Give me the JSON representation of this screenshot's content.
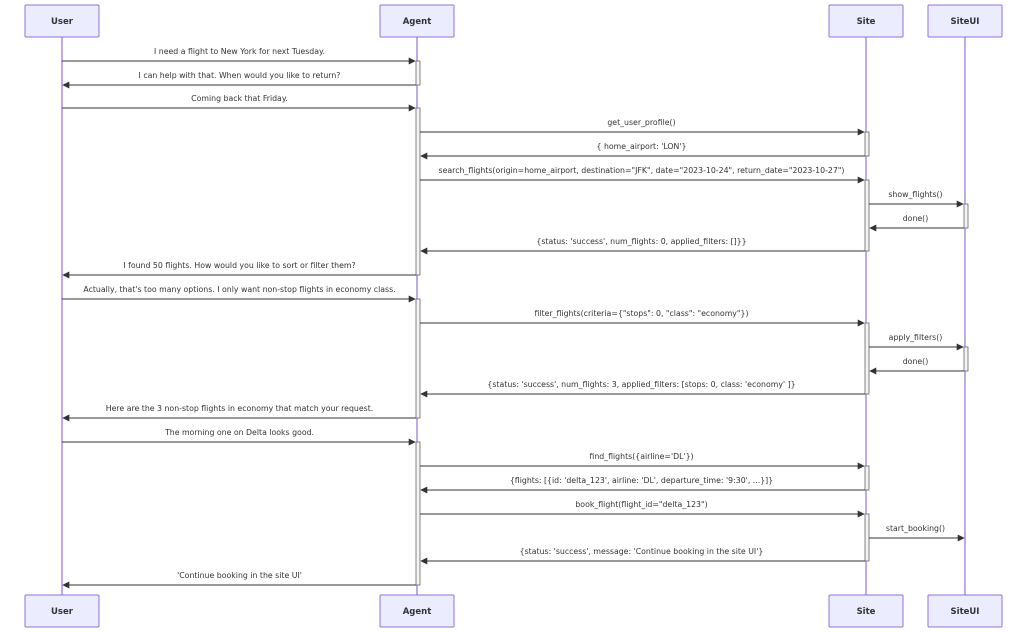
{
  "diagram": {
    "type": "sequence",
    "actors": [
      {
        "id": "user",
        "label": "User"
      },
      {
        "id": "agent",
        "label": "Agent"
      },
      {
        "id": "site",
        "label": "Site"
      },
      {
        "id": "siteui",
        "label": "SiteUI"
      }
    ],
    "messages": [
      {
        "from": "user",
        "to": "agent",
        "text": "I need a flight to New York for next Tuesday."
      },
      {
        "from": "agent",
        "to": "user",
        "text": "I can help with that. When would you like to return?"
      },
      {
        "from": "user",
        "to": "agent",
        "text": "Coming back that Friday."
      },
      {
        "from": "agent",
        "to": "site",
        "text": "get_user_profile()"
      },
      {
        "from": "site",
        "to": "agent",
        "text": "{ home_airport: 'LON'}"
      },
      {
        "from": "agent",
        "to": "site",
        "text": "search_flights(origin=home_airport, destination=\"JFK\", date=\"2023-10-24\", return_date=\"2023-10-27\")"
      },
      {
        "from": "site",
        "to": "siteui",
        "text": "show_flights()"
      },
      {
        "from": "siteui",
        "to": "site",
        "text": "done()"
      },
      {
        "from": "site",
        "to": "agent",
        "text": "{status: 'success', num_flights: 0, applied_filters: []}}"
      },
      {
        "from": "agent",
        "to": "user",
        "text": "I found 50 flights. How would you like to sort or filter them?"
      },
      {
        "from": "user",
        "to": "agent",
        "text": "Actually, that's too many options. I only want non-stop flights in economy class."
      },
      {
        "from": "agent",
        "to": "site",
        "text": "filter_flights(criteria={\"stops\": 0, \"class\": \"economy\"})"
      },
      {
        "from": "site",
        "to": "siteui",
        "text": "apply_filters()"
      },
      {
        "from": "siteui",
        "to": "site",
        "text": "done()"
      },
      {
        "from": "site",
        "to": "agent",
        "text": "{status: 'success', num_flights: 3, applied_filters: [stops: 0, class: 'economy' ]}"
      },
      {
        "from": "agent",
        "to": "user",
        "text": "Here are the 3 non-stop flights in economy that match your request."
      },
      {
        "from": "user",
        "to": "agent",
        "text": "The morning one on Delta looks good."
      },
      {
        "from": "agent",
        "to": "site",
        "text": "find_flights({airline='DL'})"
      },
      {
        "from": "site",
        "to": "agent",
        "text": "{flights: [{id: 'delta_123', airline: 'DL', departure_time: '9:30', ...}]}"
      },
      {
        "from": "agent",
        "to": "site",
        "text": "book_flight(flight_id=\"delta_123\")"
      },
      {
        "from": "site",
        "to": "siteui",
        "text": "start_booking()"
      },
      {
        "from": "site",
        "to": "agent",
        "text": "{status: 'success', message: 'Continue booking in the site UI'}"
      },
      {
        "from": "agent",
        "to": "user",
        "text": "'Continue booking in the site UI'"
      }
    ]
  }
}
